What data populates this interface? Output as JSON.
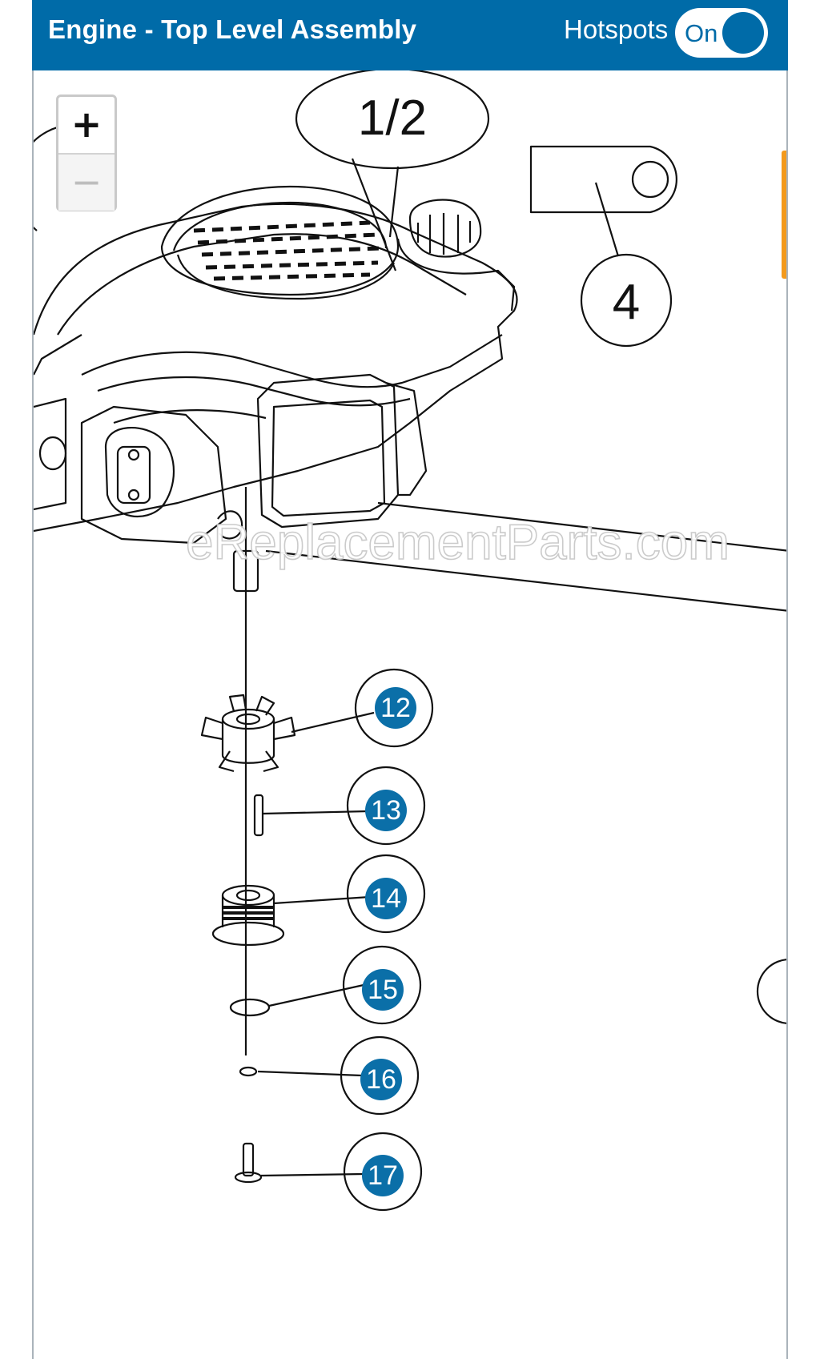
{
  "header": {
    "title": "Engine - Top Level Assembly",
    "hotspots_label": "Hotspots",
    "toggle_state": "On"
  },
  "colors": {
    "header_bg": "#006ba8",
    "hotspot_bg": "#0b6fa8",
    "scroll_accent": "#f39a1d"
  },
  "zoom": {
    "in_label": "+",
    "out_label": "−"
  },
  "diagram": {
    "watermark": "eReplacementParts.com",
    "callout_labels": [
      "1/2",
      "4"
    ],
    "hotspots": [
      "12",
      "13",
      "14",
      "15",
      "16",
      "17"
    ]
  }
}
